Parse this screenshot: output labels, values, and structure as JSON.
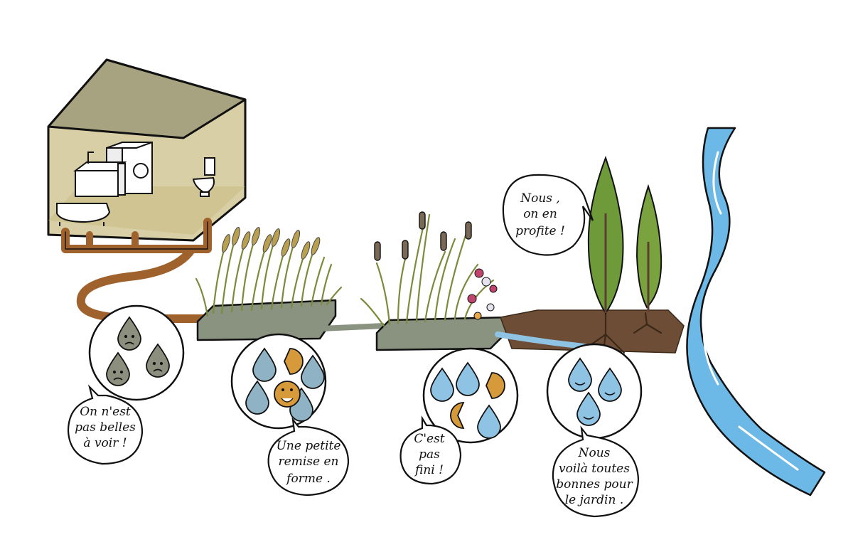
{
  "colors": {
    "house_wall": "#d8cfa6",
    "roof": "#a7a27f",
    "pipe": "#a0622d",
    "tank": "#8a9280",
    "reed": "#7c8a3c",
    "soil": "#6d4d36",
    "tree": "#6e9a3a",
    "river": "#6cb8e6",
    "drop_dirty": "#8c8f7e",
    "drop_clean": "#8fc3e4",
    "bacteria": "#d79a3a",
    "flower": "#c0456d"
  },
  "icons": [
    "house-icon",
    "bathtub-icon",
    "sink-icon",
    "washing-machine-icon",
    "toilet-icon",
    "reed-icon",
    "cattail-icon",
    "flower-icon",
    "tree-icon",
    "root-icon",
    "river-icon",
    "water-drop-icon",
    "bacteria-icon"
  ],
  "bubbles": {
    "dirty": [
      "On n'est",
      "pas belles",
      "à voir !"
    ],
    "first_bed": [
      "Une petite",
      "remise en",
      "forme ."
    ],
    "second_bed": [
      "C'est",
      "pas",
      "fini !"
    ],
    "garden": [
      "Nous",
      "voilà toutes",
      "bonnes pour",
      "le jardin ."
    ],
    "trees": [
      "Nous ,",
      "on en",
      "profite !"
    ]
  }
}
